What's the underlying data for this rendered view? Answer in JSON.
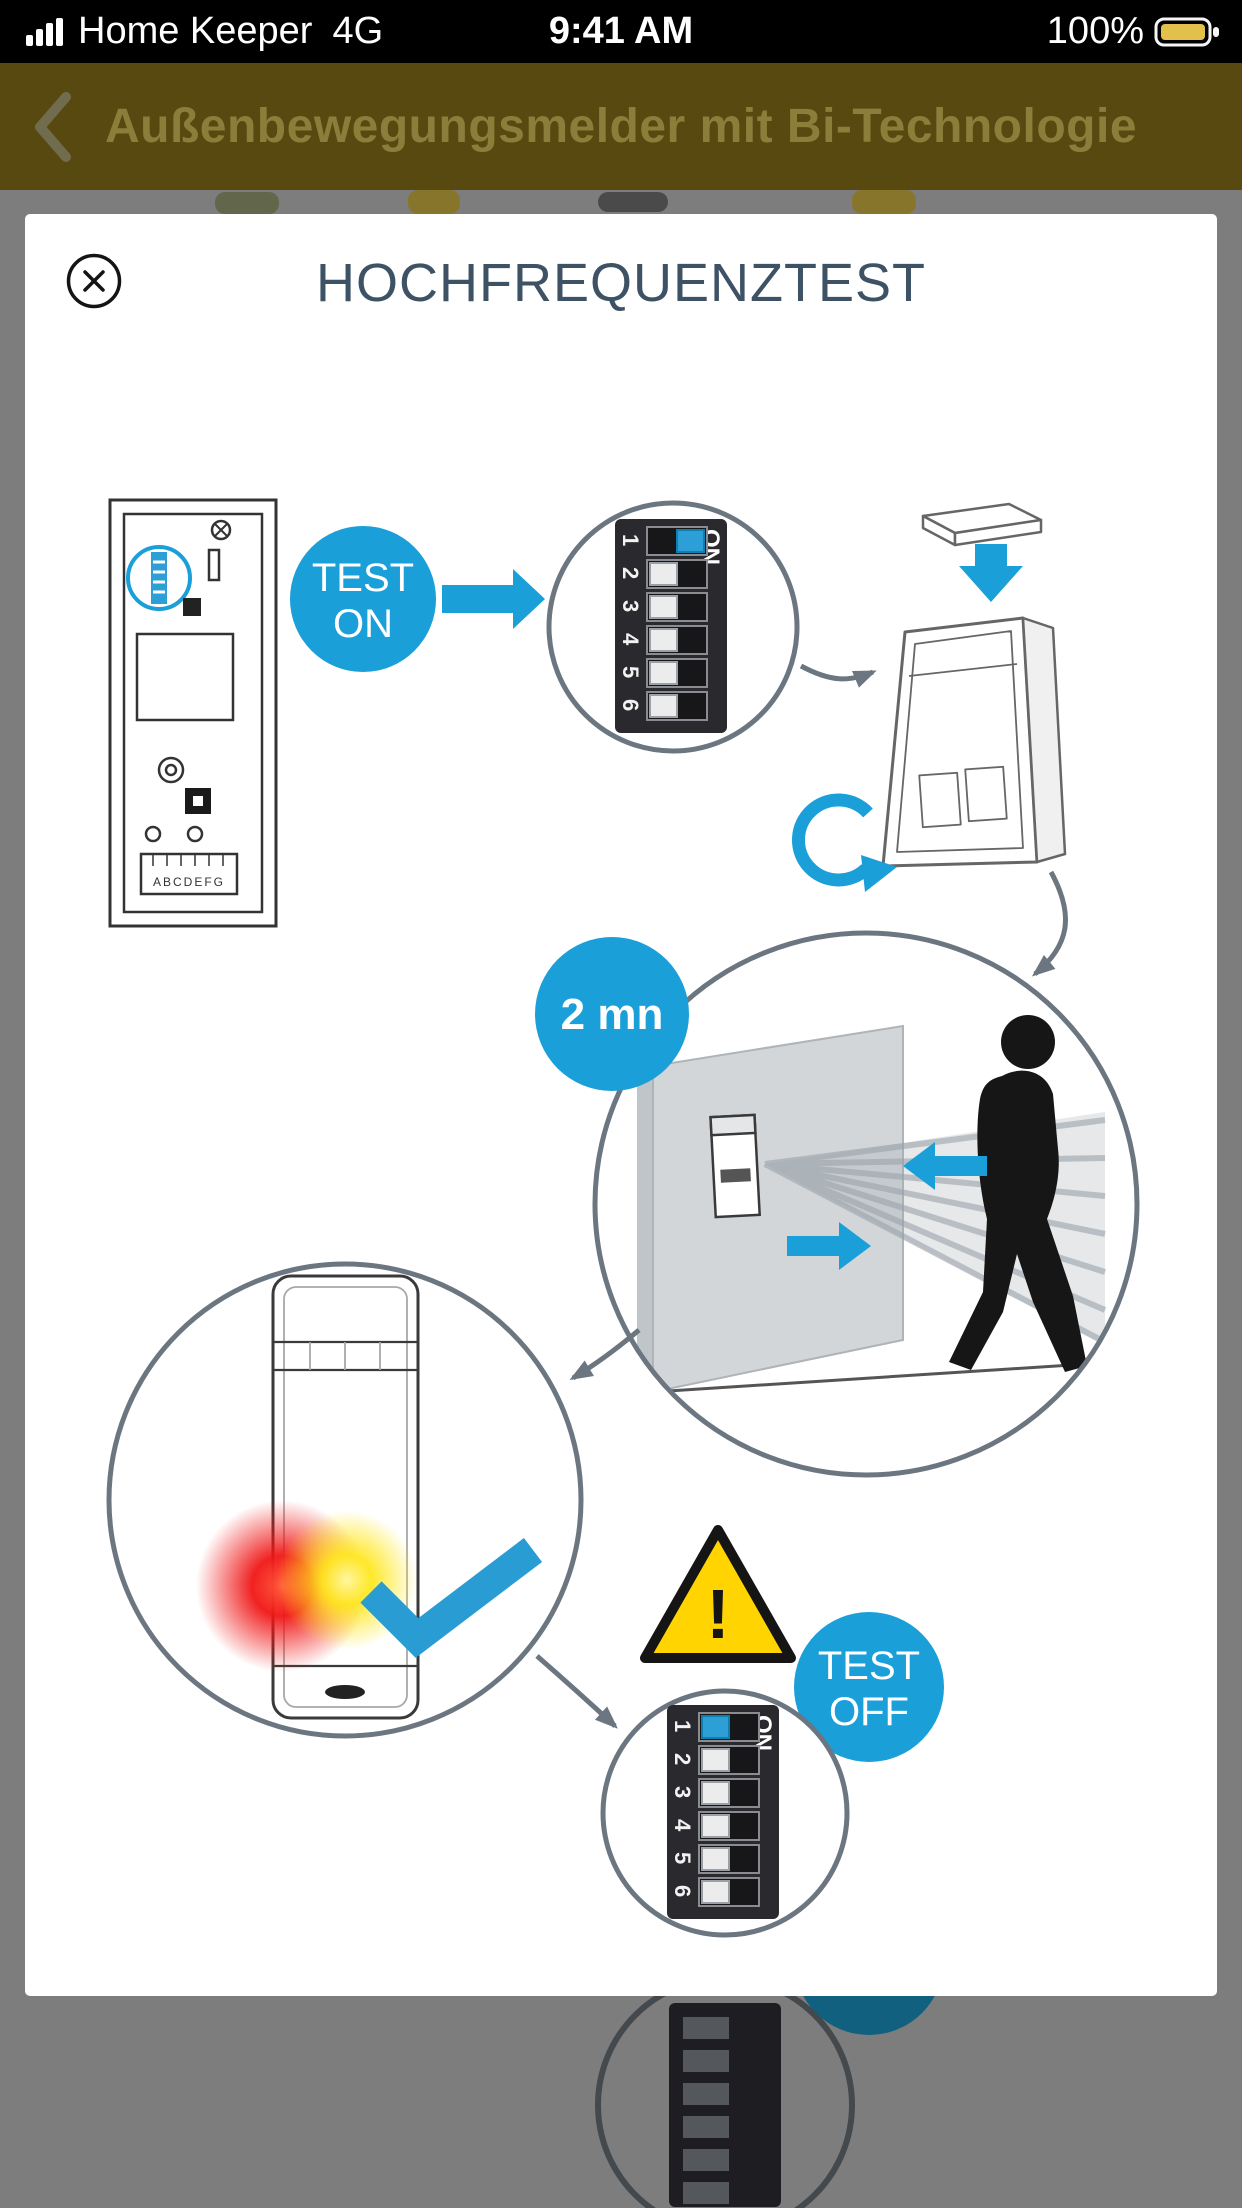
{
  "status_bar": {
    "carrier": "Home Keeper",
    "network": "4G",
    "time": "9:41 AM",
    "battery_percent": "100%"
  },
  "nav": {
    "title": "Außenbewegungsmelder mit Bi-Technologie"
  },
  "modal": {
    "title": "HOCHFREQUENZTEST"
  },
  "diagram": {
    "test_on": {
      "line1": "TEST",
      "line2": "ON"
    },
    "test_off": {
      "line1": "TEST",
      "line2": "OFF"
    },
    "timer_label": "2 mn",
    "warning_mark": "!",
    "dip_top": {
      "on_label": "ON",
      "numbers": [
        "1",
        "2",
        "3",
        "4",
        "5",
        "6"
      ]
    },
    "dip_bottom": {
      "on_label": "ON",
      "numbers": [
        "1",
        "2",
        "3",
        "4",
        "5",
        "6"
      ]
    },
    "pcb_terminal_label": "ABCDEFG"
  },
  "icons": {
    "back": "chevron-left",
    "close": "circle-x",
    "signal": "cellular-signal",
    "battery": "battery-full",
    "warning": "warning-triangle",
    "checkmark": "check",
    "rotate": "rotate-arrow"
  },
  "colors": {
    "accent_blue": "#1b9fd9",
    "modal_title_text": "#3e5266",
    "nav_background": "#57490f",
    "warning_yellow": "#ffd400",
    "battery_fill": "#e3c04c",
    "circle_stroke": "#6b7680"
  }
}
